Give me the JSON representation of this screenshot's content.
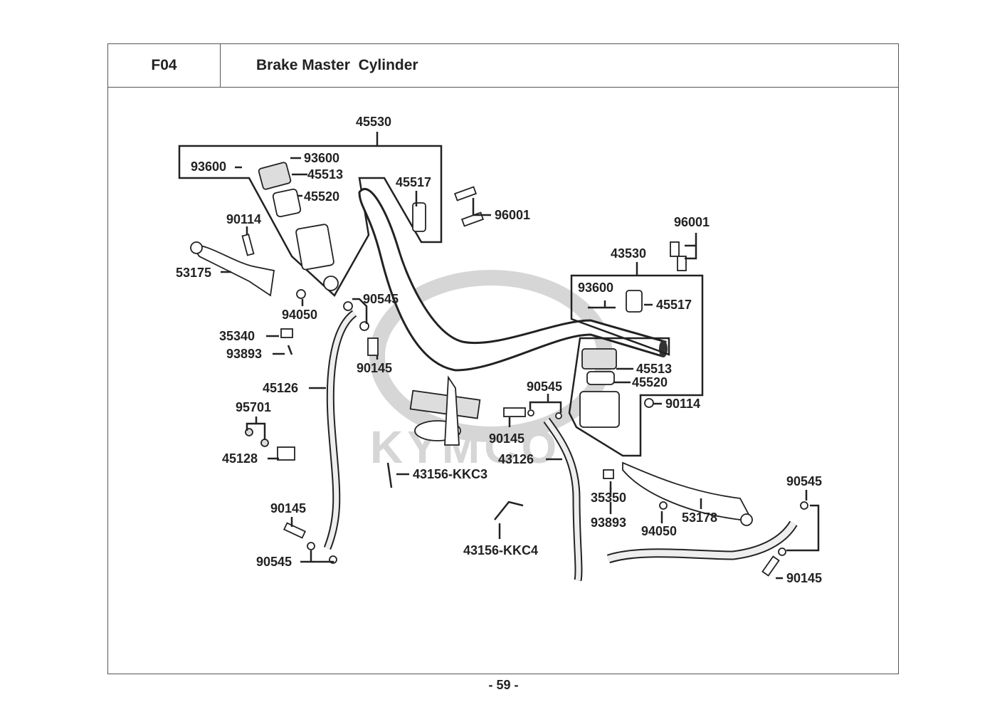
{
  "header": {
    "section_code": "F04",
    "title": "Brake Master  Cylinder"
  },
  "watermark": "KYMCO",
  "page_number": "- 59 -",
  "parts": {
    "p45530": "45530",
    "p93600a": "93600",
    "p93600b": "93600",
    "p45513a": "45513",
    "p45520a": "45520",
    "p45517a": "45517",
    "p96001a": "96001",
    "p90114a": "90114",
    "p53175": "53175",
    "p94050a": "94050",
    "p90545a": "90545",
    "p35340": "35340",
    "p93893a": "93893",
    "p90145a": "90145",
    "p45126": "45126",
    "p95701": "95701",
    "p45128": "45128",
    "p43156kkc3": "43156-KKC3",
    "p90145b": "90145",
    "p90545b": "90545",
    "p96001b": "96001",
    "p43530": "43530",
    "p93600c": "93600",
    "p45517b": "45517",
    "p45513b": "45513",
    "p45520b": "45520",
    "p90114b": "90114",
    "p90545c": "90545",
    "p90145c": "90145",
    "p43126": "43126",
    "p43156kkc4": "43156-KKC4",
    "p35350": "35350",
    "p93893b": "93893",
    "p94050b": "94050",
    "p53178": "53178",
    "p90545d": "90545",
    "p90145d": "90145"
  }
}
